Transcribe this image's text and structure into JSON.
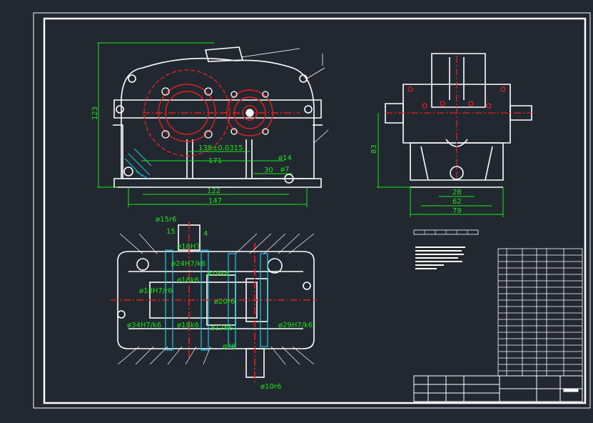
{
  "front_view": {
    "dims": {
      "height_123": "123",
      "center_distance": "138±0.0315",
      "length_171": "171",
      "dia_14": "ø14",
      "len_30": "30",
      "dia_7": "ø7",
      "len_122": "122",
      "len_147": "147"
    }
  },
  "side_view": {
    "dims": {
      "height_83": "83",
      "len_28": "28",
      "len_62": "62",
      "len_79": "79"
    }
  },
  "plan_view": {
    "fits": {
      "top_shaft": "ø15r6",
      "fit_16H7": "ø16H7",
      "fit_24H7k6": "ø24H7/k6",
      "fit_18k6_a": "ø18k6",
      "fit_19k6": "ø19k6",
      "fit_18H7r6": "ø18H7/r6",
      "fit_20r6": "ø20r6",
      "fit_34H7k6": "ø34H7/k6",
      "fit_18k6_b": "ø18k6",
      "fit_17K6": "ø17K6",
      "fit_29H7k6": "ø29H7/k6",
      "fit_28": "ø28",
      "bottom_shaft": "ø10r6"
    },
    "small_labels": {
      "k15": "15",
      "k4": "4"
    }
  },
  "colors": {
    "background": "#212830",
    "lines": "#ffffff",
    "dimensions": "#19e619",
    "gears": "#e61e1e",
    "hatching": "#19c8e6"
  }
}
